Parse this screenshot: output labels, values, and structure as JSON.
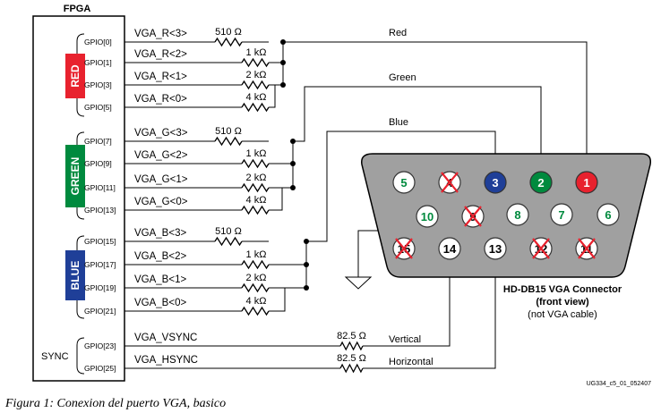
{
  "fpga_title": "FPGA",
  "groups": {
    "red": {
      "label": "RED",
      "color": "#e8222e"
    },
    "green": {
      "label": "GREEN",
      "color": "#008a3e"
    },
    "blue": {
      "label": "BLUE",
      "color": "#1f3f98"
    },
    "sync": {
      "label": "SYNC"
    }
  },
  "gpios": [
    "GPIO[0]",
    "GPIO[1]",
    "GPIO[3]",
    "GPIO[5]",
    "GPIO[7]",
    "GPIO[9]",
    "GPIO[11]",
    "GPIO[13]",
    "GPIO[15]",
    "GPIO[17]",
    "GPIO[19]",
    "GPIO[21]",
    "GPIO[23]",
    "GPIO[25]"
  ],
  "signals": [
    "VGA_R<3>",
    "VGA_R<2>",
    "VGA_R<1>",
    "VGA_R<0>",
    "VGA_G<3>",
    "VGA_G<2>",
    "VGA_G<1>",
    "VGA_G<0>",
    "VGA_B<3>",
    "VGA_B<2>",
    "VGA_B<1>",
    "VGA_B<0>",
    "VGA_VSYNC",
    "VGA_HSYNC"
  ],
  "resistors": [
    "510 Ω",
    "1 kΩ",
    "2 kΩ",
    "4 kΩ",
    "510 Ω",
    "1 kΩ",
    "2 kΩ",
    "4 kΩ",
    "510 Ω",
    "1 kΩ",
    "2 kΩ",
    "4 kΩ",
    "82.5 Ω",
    "82.5 Ω"
  ],
  "wire_labels": {
    "red": "Red",
    "green": "Green",
    "blue": "Blue",
    "vertical": "Vertical",
    "horizontal": "Horizontal"
  },
  "connector": {
    "title": "HD-DB15 VGA Connector",
    "subtitle": "(front view)",
    "note": "(not VGA cable)",
    "pin_numbers": [
      "5",
      "4",
      "3",
      "2",
      "1",
      "10",
      "9",
      "8",
      "7",
      "6",
      "15",
      "14",
      "13",
      "12",
      "11"
    ],
    "colors": {
      "shell": "#a0a0a0",
      "pin_blue": "#1f3f98",
      "pin_green": "#008a3e",
      "pin_red": "#e8222e",
      "cross": "#e8222e"
    }
  },
  "doc_id": "UG334_c5_01_052407",
  "caption": "Figura 1: Conexion del puerto VGA, basico"
}
